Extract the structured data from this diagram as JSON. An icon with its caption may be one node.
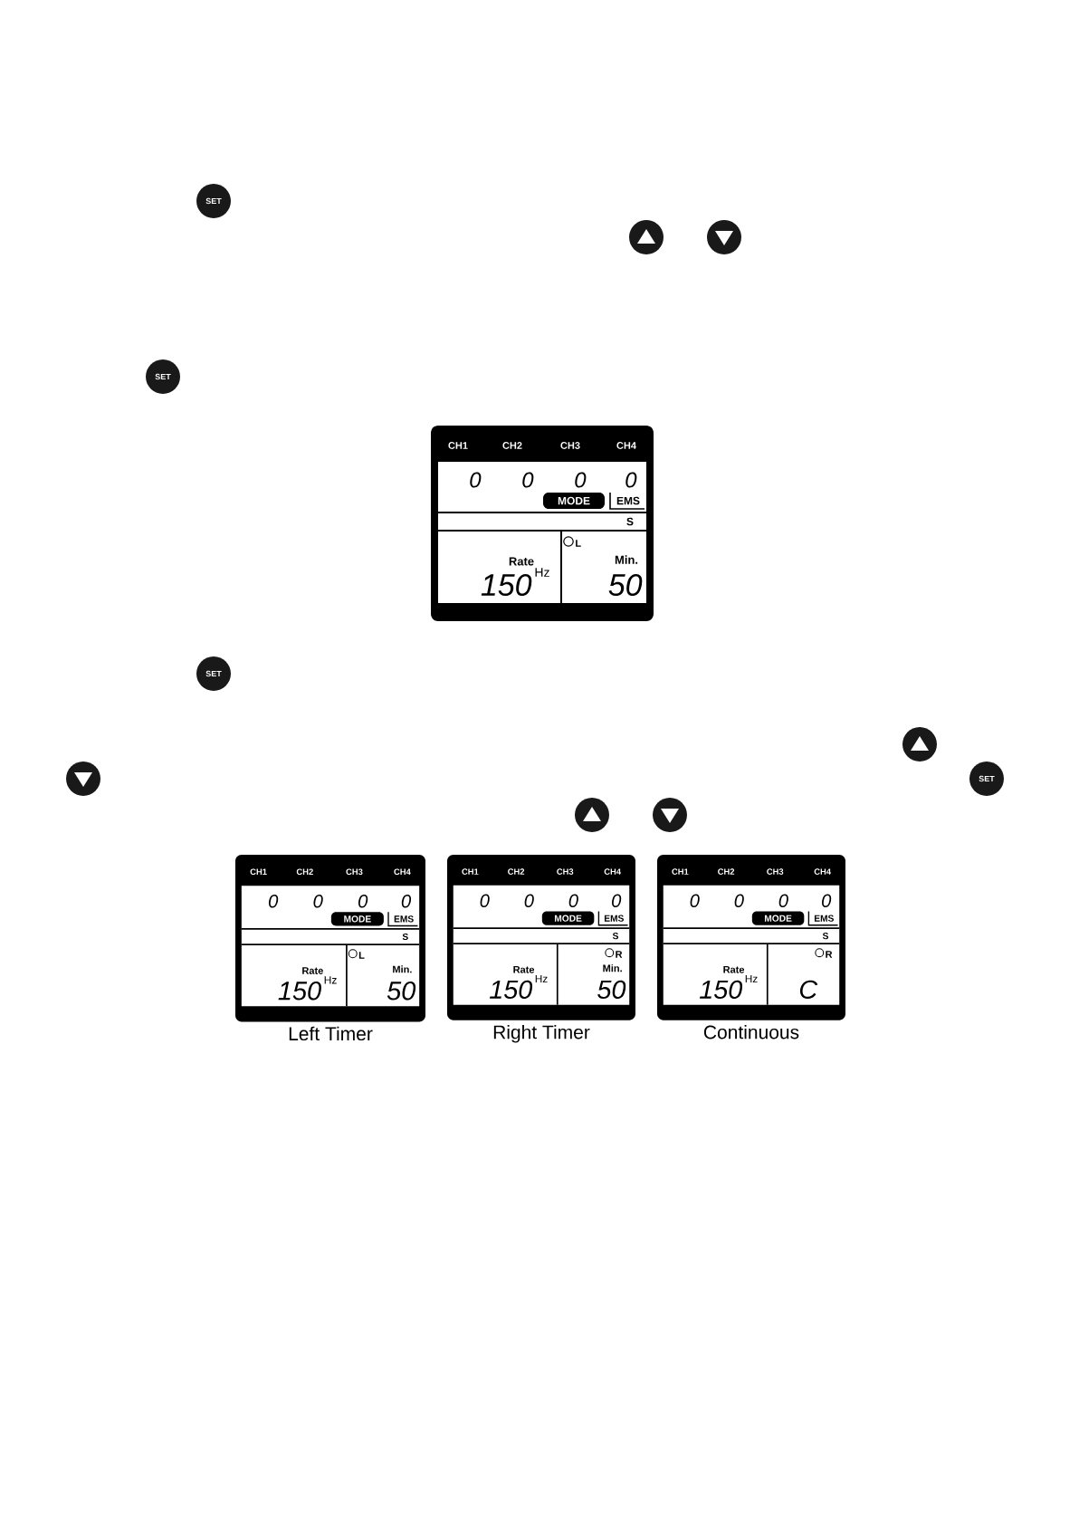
{
  "diagram": {
    "nodes": [
      {
        "text": [
          "CH1",
          "CH2",
          "CH3",
          "CH4",
          "0",
          "0",
          "0",
          "0",
          "MODE",
          "EMS",
          "S",
          "Rate",
          "150",
          "Hz",
          "L",
          "Min.",
          "50"
        ]
      },
      {
        "text": [
          "CH1",
          "CH2",
          "CH3",
          "CH4",
          "0",
          "0",
          "0",
          "0",
          "MODE",
          "EMS",
          "S",
          "Rate",
          "150",
          "Hz",
          "L",
          "Min.",
          "50"
        ],
        "beside": [
          "Left Timer"
        ]
      },
      {
        "text": [
          "CH1",
          "CH2",
          "CH3",
          "CH4",
          "0",
          "0",
          "0",
          "0",
          "MODE",
          "EMS",
          "S",
          "Rate",
          "150",
          "Hz",
          "R",
          "Min.",
          "50"
        ],
        "beside": [
          "Right Timer"
        ]
      },
      {
        "text": [
          "CH1",
          "CH2",
          "CH3",
          "CH4",
          "0",
          "0",
          "0",
          "0",
          "MODE",
          "EMS",
          "S",
          "Rate",
          "150",
          "Hz",
          "R",
          "C"
        ],
        "beside": [
          "Continuous"
        ]
      }
    ],
    "labels": [
      "SET",
      "SET",
      "SET",
      "SET"
    ]
  }
}
